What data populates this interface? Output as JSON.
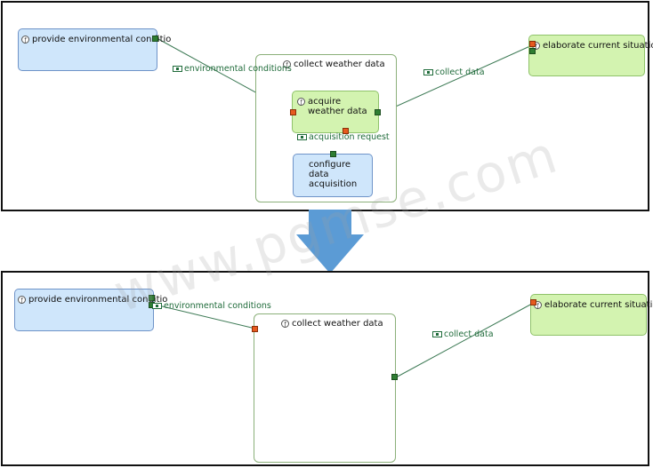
{
  "top": {
    "provide_env": "provide environmental conditio",
    "collect_weather": "collect weather data",
    "acquire_weather": "acquire weather data",
    "configure_acq": "configure data acquisition",
    "elaborate": "elaborate current situation.",
    "exchange_env": "environmental conditions",
    "exchange_collect": "collect data",
    "exchange_acq": "acquisition request"
  },
  "bottom": {
    "provide_env": "provide environmental conditio",
    "collect_weather": "collect weather data",
    "elaborate": "elaborate current situation.",
    "exchange_env": "environmental conditions",
    "exchange_collect": "collect data"
  },
  "watermark": "www.pgmse.com",
  "colors": {
    "actor_fill": "#cfe6fb",
    "function_fill": "#d3f3b0",
    "edge": "#3d7a55",
    "arrow": "#5b9bd5"
  }
}
